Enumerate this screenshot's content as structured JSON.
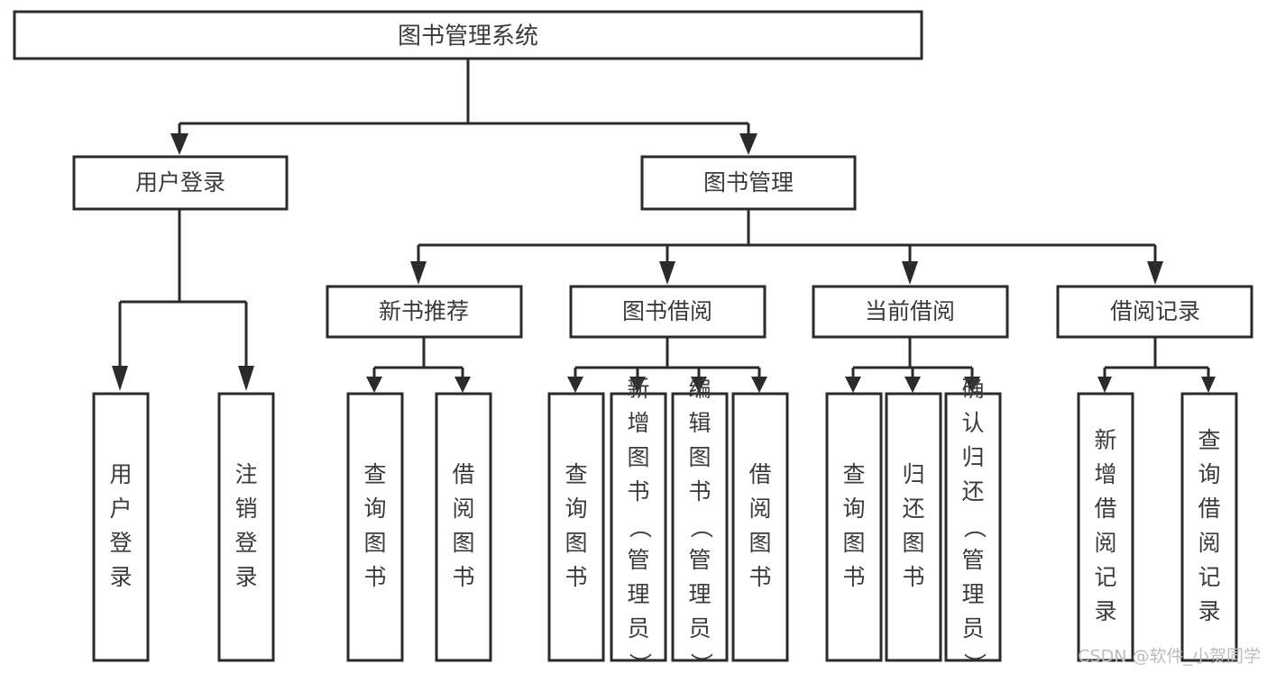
{
  "diagram": {
    "title": "图书管理系统",
    "type": "tree-hierarchy",
    "watermark": "CSDN @软件_小贺同学",
    "levels": {
      "root": {
        "label": "图书管理系统"
      },
      "level2": [
        {
          "id": "user-login",
          "label": "用户登录"
        },
        {
          "id": "book-management",
          "label": "图书管理"
        }
      ],
      "level3": [
        {
          "id": "new-book-recommend",
          "label": "新书推荐",
          "parent": "book-management"
        },
        {
          "id": "book-borrow",
          "label": "图书借阅",
          "parent": "book-management"
        },
        {
          "id": "current-borrow",
          "label": "当前借阅",
          "parent": "book-management"
        },
        {
          "id": "borrow-record",
          "label": "借阅记录",
          "parent": "book-management"
        }
      ],
      "leaves": [
        {
          "id": "leaf-user-login",
          "label": "用户登录",
          "parent": "user-login"
        },
        {
          "id": "leaf-logout-login",
          "label": "注销登录",
          "parent": "user-login"
        },
        {
          "id": "leaf-query-book-1",
          "label": "查询图书",
          "parent": "new-book-recommend"
        },
        {
          "id": "leaf-borrow-book-1",
          "label": "借阅图书",
          "parent": "new-book-recommend"
        },
        {
          "id": "leaf-query-book-2",
          "label": "查询图书",
          "parent": "book-borrow"
        },
        {
          "id": "leaf-add-book",
          "label": "新增图书（管理员）",
          "parent": "book-borrow"
        },
        {
          "id": "leaf-edit-book",
          "label": "编辑图书（管理员）",
          "parent": "book-borrow"
        },
        {
          "id": "leaf-borrow-book-2",
          "label": "借阅图书",
          "parent": "book-borrow"
        },
        {
          "id": "leaf-query-book-3",
          "label": "查询图书",
          "parent": "current-borrow"
        },
        {
          "id": "leaf-return-book",
          "label": "归还图书",
          "parent": "current-borrow"
        },
        {
          "id": "leaf-confirm-return",
          "label": "确认归还（管理员）",
          "parent": "current-borrow"
        },
        {
          "id": "leaf-add-record",
          "label": "新增借阅记录",
          "parent": "borrow-record"
        },
        {
          "id": "leaf-query-record",
          "label": "查询借阅记录",
          "parent": "borrow-record"
        }
      ]
    },
    "colors": {
      "box_stroke": "#2b2b2b",
      "box_fill": "#ffffff",
      "text": "#3b3b3b",
      "background": "#ffffff",
      "watermark": "#bdbdbd"
    }
  }
}
